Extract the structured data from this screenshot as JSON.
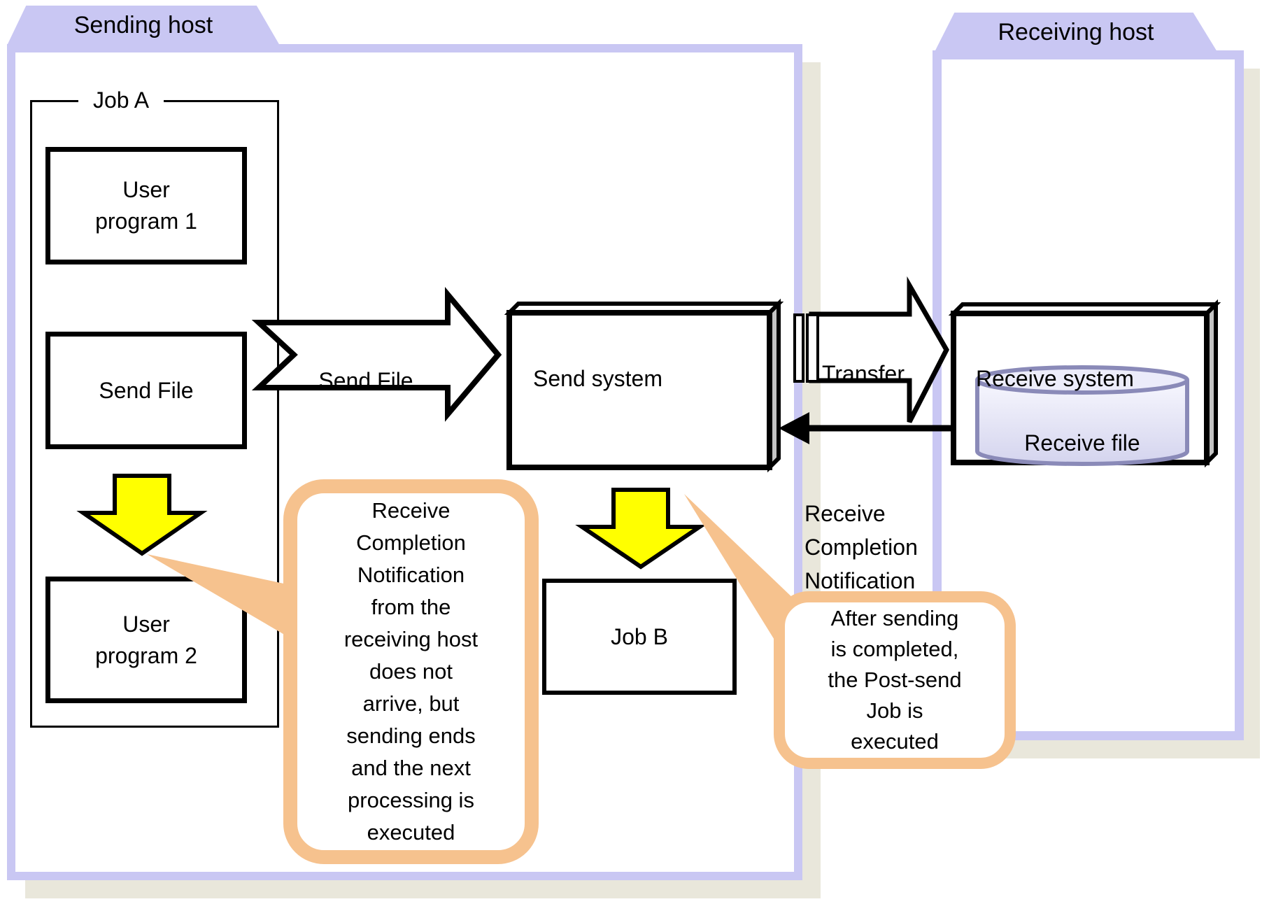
{
  "host_tabs": {
    "sending": "Sending host",
    "receiving": "Receiving host"
  },
  "job_a": {
    "label": "Job A"
  },
  "boxes": {
    "user_program_1": "User\nprogram 1",
    "send_file": "Send File",
    "user_program_2": "User\nprogram 2",
    "job_b": "Job B",
    "send_system": "Send system",
    "receive_system": "Receive system",
    "receive_file": "Receive file"
  },
  "arrows": {
    "send_file_label": "Send File",
    "transfer_label": "Transfer",
    "receive_completion_label": "Receive\nCompletion\nNotification"
  },
  "callouts": {
    "left": "Receive\nCompletion\nNotification\nfrom the\nreceiving host\ndoes not\narrive, but\nsending ends\nand the next\nprocessing is\nexecuted",
    "right": "After sending\nis completed,\nthe Post-send\nJob is\nexecuted"
  },
  "colors": {
    "host_border": "#c9c7f3",
    "shadow_tan": "#e9e7db",
    "callout_orange": "#f6c28e",
    "arrow_yellow": "#ffff00",
    "cylinder_stroke": "#8a8ab8",
    "cylinder_fill_light": "#f7f7fe",
    "cylinder_fill_dark": "#d4d4ee",
    "box_side_gray": "#c4c4c4"
  }
}
